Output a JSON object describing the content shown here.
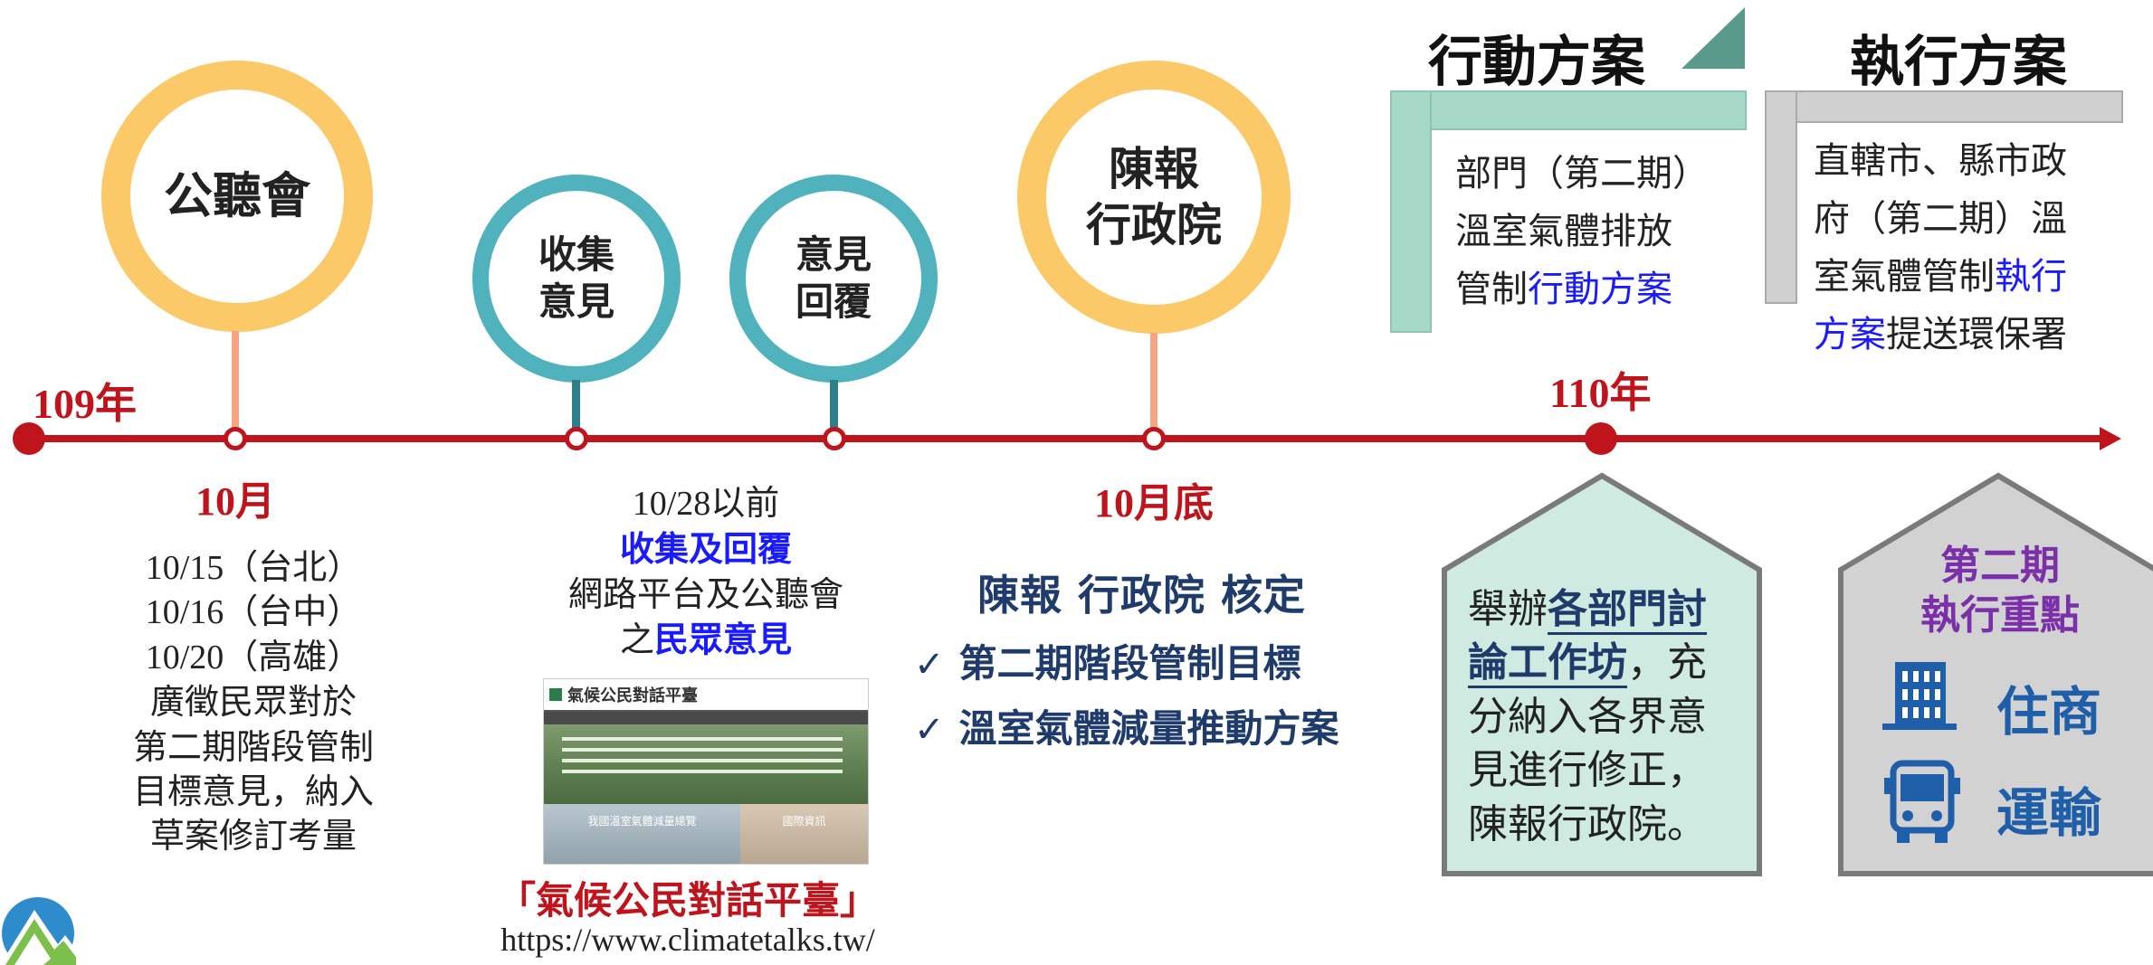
{
  "timeline": {
    "start_year": "109年",
    "end_year": "110年",
    "nodes": [
      {
        "circle": "公聽會",
        "date": "10月"
      },
      {
        "circle": "收集\n意見"
      },
      {
        "circle": "意見\n回覆"
      },
      {
        "circle": "陳報\n行政院",
        "date": "10月底"
      }
    ]
  },
  "hearings": {
    "lines": [
      "10/15（台北）",
      "10/16（台中）",
      "10/20（高雄）",
      "廣徵民眾對於",
      "第二期階段管制",
      "目標意見，納入",
      "草案修訂考量"
    ]
  },
  "collect": {
    "line1": "10/28以前",
    "line2": "收集及回覆",
    "line3": "網路平台及公聽會",
    "line4_prefix": "之",
    "line4_blue": "民眾意見",
    "platform_name": "「氣候公民對話平臺」",
    "url": "https://www.climatetalks.tw/",
    "thumb_title": "氣候公民對話平臺",
    "thumb_captions": [
      "我國溫室氣體減量總覽",
      "國際資訊"
    ]
  },
  "approval": {
    "title": "陳報 行政院 核定",
    "items": [
      "第二期階段管制目標",
      "溫室氣體減量推動方案"
    ],
    "check": "✓"
  },
  "action_plan": {
    "header": "行動方案",
    "line1": "部門（第二期）",
    "line2": "溫室氣體排放",
    "line3_prefix": "管制",
    "line3_blue": "行動方案",
    "color": "#a8d8c8"
  },
  "exec_plan": {
    "header": "執行方案",
    "line1": "直轄市、縣市政",
    "line2": "府（第二期）溫",
    "line3_prefix": "室氣體管制",
    "line3_blue": "執行",
    "line4_blue": "方案",
    "line4_suffix": "提送環保署",
    "color": "#d0d0d0"
  },
  "workshop": {
    "prefix": "舉辦",
    "emph": "各部門討論工作坊",
    "emph_a": "各部門討",
    "emph_b": "論工作坊",
    "line2_suffix": "，充",
    "line3": "分納入各界意",
    "line4": "見進行修正，",
    "line5": "陳報行政院。"
  },
  "phase2": {
    "title1": "第二期",
    "title2": "執行重點",
    "items": [
      {
        "icon": "building-icon",
        "label": "住商"
      },
      {
        "icon": "bus-icon",
        "label": "運輸"
      }
    ],
    "title_color": "#7b2fa8"
  },
  "colors": {
    "timeline": "#c0141c",
    "orange": "#fbc968",
    "teal": "#4fb2bd",
    "blue_text": "#1a1aff",
    "navy": "#1f3b6b"
  }
}
